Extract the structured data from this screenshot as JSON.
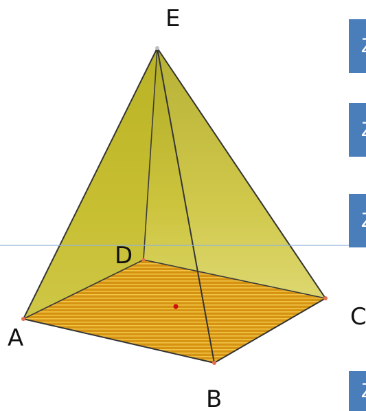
{
  "vertices": [
    "A",
    "B",
    "C",
    "D",
    "E"
  ],
  "side_tabs": [
    "Z",
    "Z",
    "Z",
    "Z"
  ],
  "colors": {
    "lateral_fill": "#c9c02e",
    "base_fill": "#d9900e",
    "base_hatch": "#f0c040",
    "edge": "#333333",
    "guide_line": "#8fb3d9",
    "vertex_point": "#e07050",
    "center_point": "#d01010",
    "tab": "#4a7ebb"
  }
}
